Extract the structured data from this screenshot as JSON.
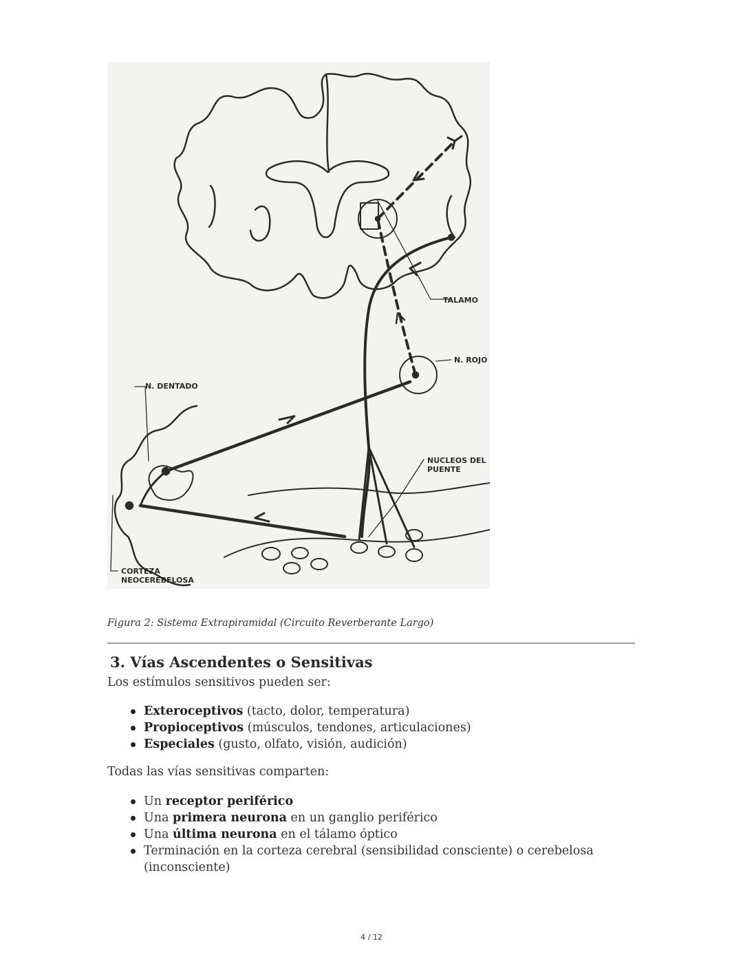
{
  "figure": {
    "labels": {
      "talamo": "TALAMO",
      "n_rojo": "N. ROJO",
      "n_dentado": "N. DENTADO",
      "nucleos_1": "NUCLEOS DEL",
      "nucleos_2": "PUENTE",
      "corteza_1": "CORTEZA",
      "corteza_2": "NEOCEREBELOSA"
    }
  },
  "caption": "Figura 2: Sistema Extrapiramidal (Circuito Reverberante Largo)",
  "section": {
    "heading": "3. Vías Ascendentes o Sensitivas",
    "intro": "Los estímulos sensitivos pueden ser:",
    "stimuli": [
      {
        "bold": "Exteroceptivos",
        "text": " (tacto, dolor, temperatura)"
      },
      {
        "bold": "Propioceptivos",
        "text": " (músculos, tendones, articulaciones)"
      },
      {
        "bold": "Especiales",
        "text": " (gusto, olfato, visión, audición)"
      }
    ],
    "shared_intro": "Todas las vías sensitivas comparten:",
    "shared": [
      {
        "pre": "Un ",
        "bold": "receptor periférico",
        "post": ""
      },
      {
        "pre": "Una ",
        "bold": "primera neurona",
        "post": " en un ganglio periférico"
      },
      {
        "pre": "Una ",
        "bold": "última neurona",
        "post": " en el tálamo óptico"
      },
      {
        "pre": "Terminación en la corteza cerebral (sensibilidad consciente) o cerebelosa (inconsciente)",
        "bold": "",
        "post": ""
      }
    ]
  },
  "page_number": "4 / 12"
}
